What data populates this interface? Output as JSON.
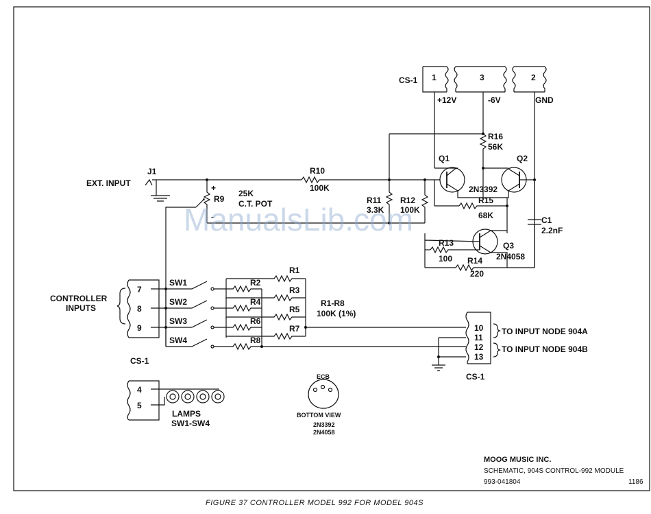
{
  "power": {
    "connector": "CS-1",
    "pin1": "1",
    "pin3": "3",
    "pin2": "2",
    "v1": "+12V",
    "v3": "-6V",
    "v2": "GND"
  },
  "input": {
    "label": "EXT. INPUT",
    "jack": "J1",
    "r9": "R9",
    "r9_value": "25K",
    "r9_desc": "C.T. POT",
    "plus": "+",
    "minus": "-"
  },
  "components": {
    "r10": "R10",
    "r10_val": "100K",
    "r11": "R11",
    "r11_val": "3.3K",
    "r12": "R12",
    "r12_val": "100K",
    "r16": "R16",
    "r16_val": "56K",
    "r15": "R15",
    "r15_val": "68K",
    "r13": "R13",
    "r13_val": "100",
    "r14": "R14",
    "r14_val": "220",
    "q1": "Q1",
    "q2": "Q2",
    "q12_type": "2N3392",
    "q3": "Q3",
    "q3_type": "2N4058",
    "c1": "C1",
    "c1_val": "2.2nF"
  },
  "controller": {
    "label_line1": "CONTROLLER",
    "label_line2": "INPUTS",
    "pins": [
      "7",
      "8",
      "9"
    ],
    "connector": "CS-1",
    "switches": [
      "SW1",
      "SW2",
      "SW3",
      "SW4"
    ],
    "resistors_top": [
      "R1",
      "R3",
      "R5",
      "R7"
    ],
    "resistors_bottom": [
      "R2",
      "R4",
      "R6",
      "R8"
    ],
    "rnote_line1": "R1-R8",
    "rnote_line2": "100K (1%)"
  },
  "output": {
    "pins": [
      "10",
      "11",
      "12",
      "13"
    ],
    "node_a": "TO INPUT NODE 904A",
    "node_b": "TO INPUT NODE 904B",
    "connector": "CS-1"
  },
  "lamps": {
    "pins": [
      "4",
      "5"
    ],
    "label_line1": "LAMPS",
    "label_line2": "SW1-SW4"
  },
  "pinout": {
    "pins": "ECB",
    "view": "BOTTOM VIEW",
    "type1": "2N3392",
    "type2": "2N4058"
  },
  "title_block": {
    "company": "MOOG MUSIC INC.",
    "title": "SCHEMATIC, 904S CONTROL-992 MODULE",
    "number": "993-041804",
    "date": "1186"
  },
  "caption": "FIGURE 37  CONTROLLER MODEL 992 FOR MODEL 904S",
  "watermark": "ManualsLib.com"
}
